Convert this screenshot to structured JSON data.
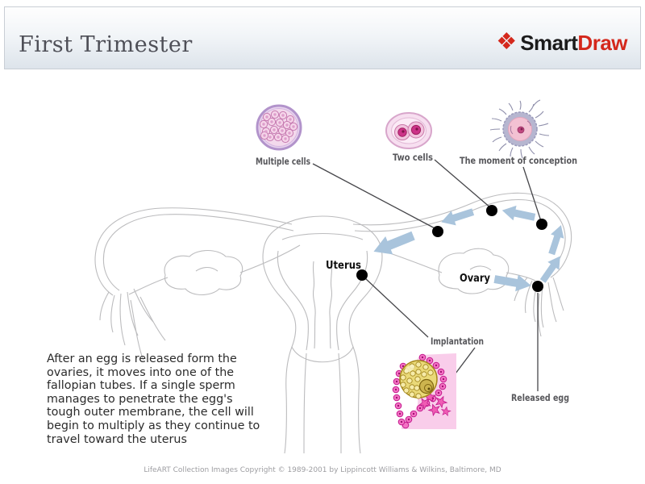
{
  "header": {
    "title": "First Trimester",
    "logo": {
      "icon_glyph": "❖",
      "text_black": "Smart",
      "text_red": "Draw"
    }
  },
  "diagram": {
    "labels": {
      "multiple_cells": "Multiple cells",
      "two_cells": "Two cells",
      "conception": "The moment of conception",
      "uterus": "Uterus",
      "ovary": "Ovary",
      "implantation": "Implantation",
      "released_egg": "Released egg"
    }
  },
  "description": "After an egg is released form the\novaries, it moves into one of the\nfallopian tubes.  If a single sperm\nmanages to penetrate the egg's\ntough outer membrane, the cell will\nbegin to multiply as they continue to\ntravel toward the uterus",
  "footer": {
    "copyright": "LifeART Collection Images Copyright © 1989-2001 by Lippincott Williams & Wilkins, Baltimore, MD"
  },
  "colors": {
    "arrow_blue": "#a9c4dc",
    "logo_red": "#d4281c",
    "title_text": "#4e4f57",
    "label_gray": "#57575b",
    "anatomy_line": "#bcbcbe",
    "dot_black": "#000000"
  }
}
